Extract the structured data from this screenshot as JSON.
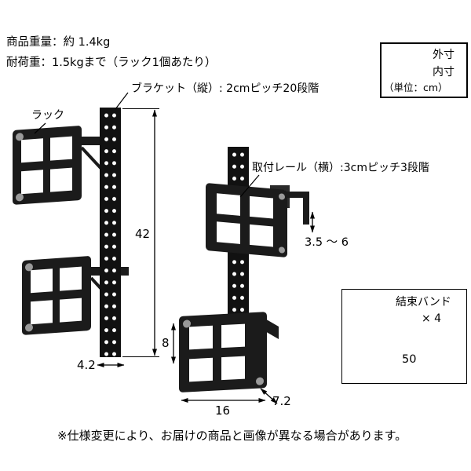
{
  "specs": {
    "weight": "商品重量：約 1.4kg",
    "load_capacity": "耐荷重：1.5kgまで（ラック1個あたり）"
  },
  "callouts": {
    "bracket": "ブラケット（縦）: 2cmピッチ20段階",
    "rack": "ラック",
    "rail": "取付レール（横）:3cmピッチ3段階"
  },
  "dimensions": {
    "bracket_height": "42",
    "bracket_width": "4.2",
    "hook_range": "3.5 〜 6",
    "rack_height": "8",
    "rack_width": "16",
    "rack_depth": "7.2",
    "tie_length": "50"
  },
  "legend": {
    "outer_label": "外寸",
    "inner_label": "内寸",
    "unit": "（単位：cm）"
  },
  "accessory": {
    "name": "結束バンド",
    "quantity": "× 4"
  },
  "footnote": "※仕様変更により、お届けの商品と画像が異なる場合があります。",
  "colors": {
    "ink": "#000000",
    "product_black": "#1b1b1b",
    "pad_gray": "#9a9a9a",
    "background": "#ffffff"
  }
}
